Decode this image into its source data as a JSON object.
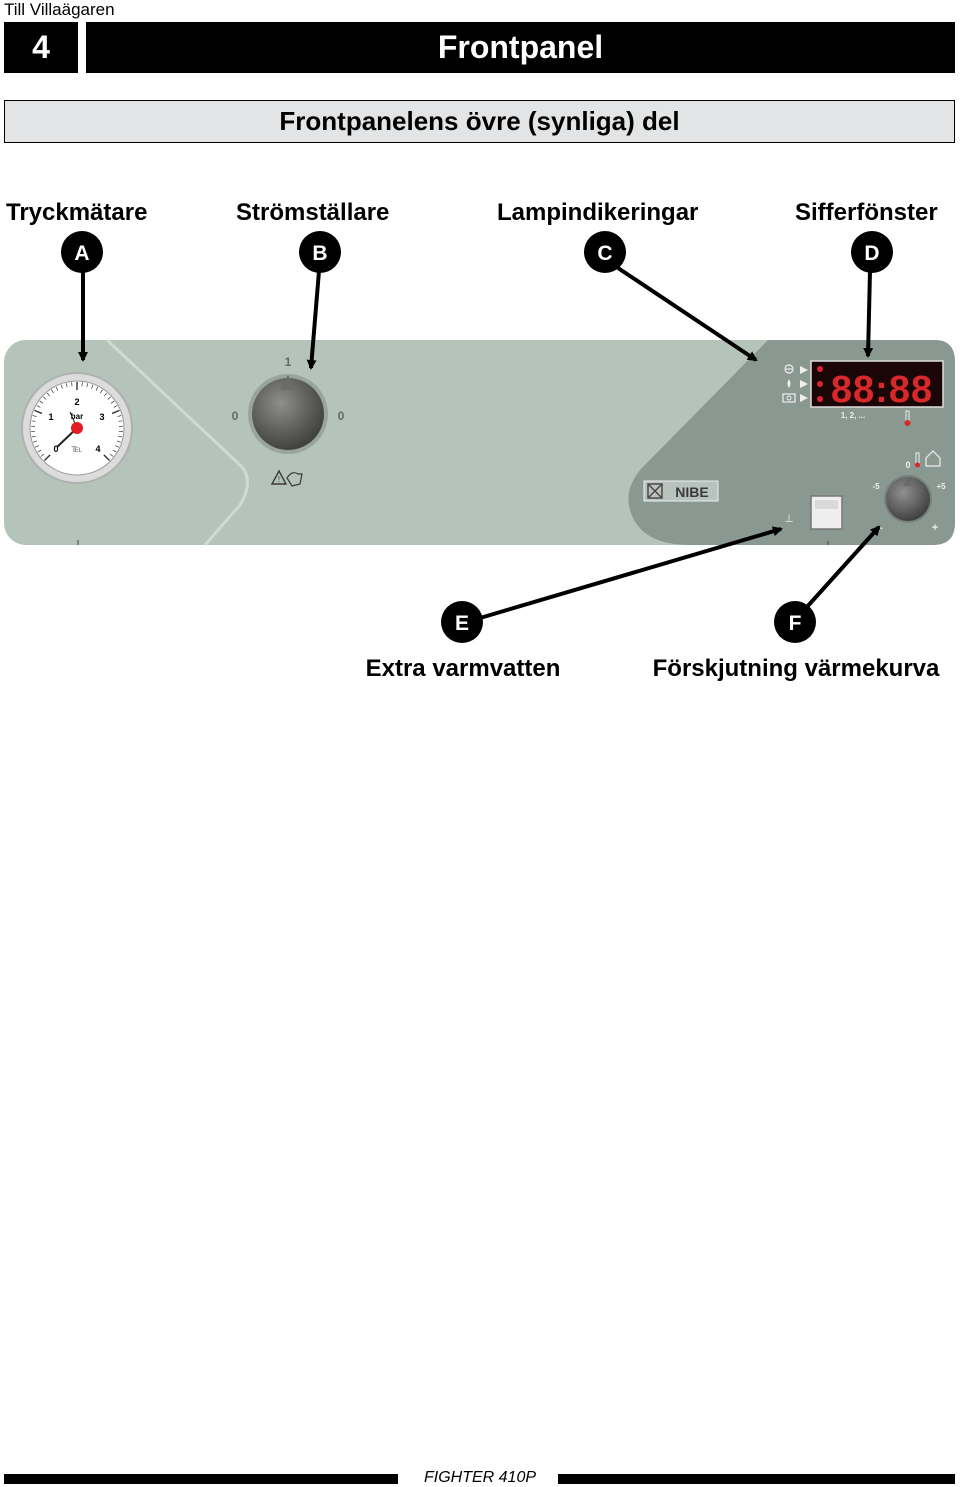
{
  "header": {
    "section_label": "Till Villaägaren",
    "chapter_number": "4",
    "chapter_title": "Frontpanel"
  },
  "subheading": "Frontpanelens övre (synliga) del",
  "callouts_top": [
    {
      "letter": "A",
      "label": "Tryckmätare"
    },
    {
      "letter": "B",
      "label": "Strömställare"
    },
    {
      "letter": "C",
      "label": "Lampindikeringar"
    },
    {
      "letter": "D",
      "label": "Sifferfönster"
    }
  ],
  "callouts_bottom": [
    {
      "letter": "E",
      "label": "Extra varmvatten"
    },
    {
      "letter": "F",
      "label": "Förskjutning värmekurva"
    }
  ],
  "panel": {
    "gauge": {
      "unit": "bar",
      "ticks": [
        "0",
        "1",
        "2",
        "3",
        "4"
      ]
    },
    "switch": {
      "top_label": "1",
      "left_label": "0",
      "right_label": "0"
    },
    "display": {
      "digits": "88:88",
      "sublabel": "1, 2, ..."
    },
    "brand": "NIBE",
    "knob": {
      "minus_label": "-5",
      "plus_label": "+5",
      "zero_label": "0",
      "minus": "-",
      "plus": "+"
    },
    "colors": {
      "panel_light": "#b5c4bb",
      "panel_dark": "#8a9892",
      "display_bg": "#1a0606",
      "display_led": "#d8282a",
      "gauge_needle": "#e21b24"
    }
  },
  "footer": {
    "model": "FIGHTER 410P"
  }
}
